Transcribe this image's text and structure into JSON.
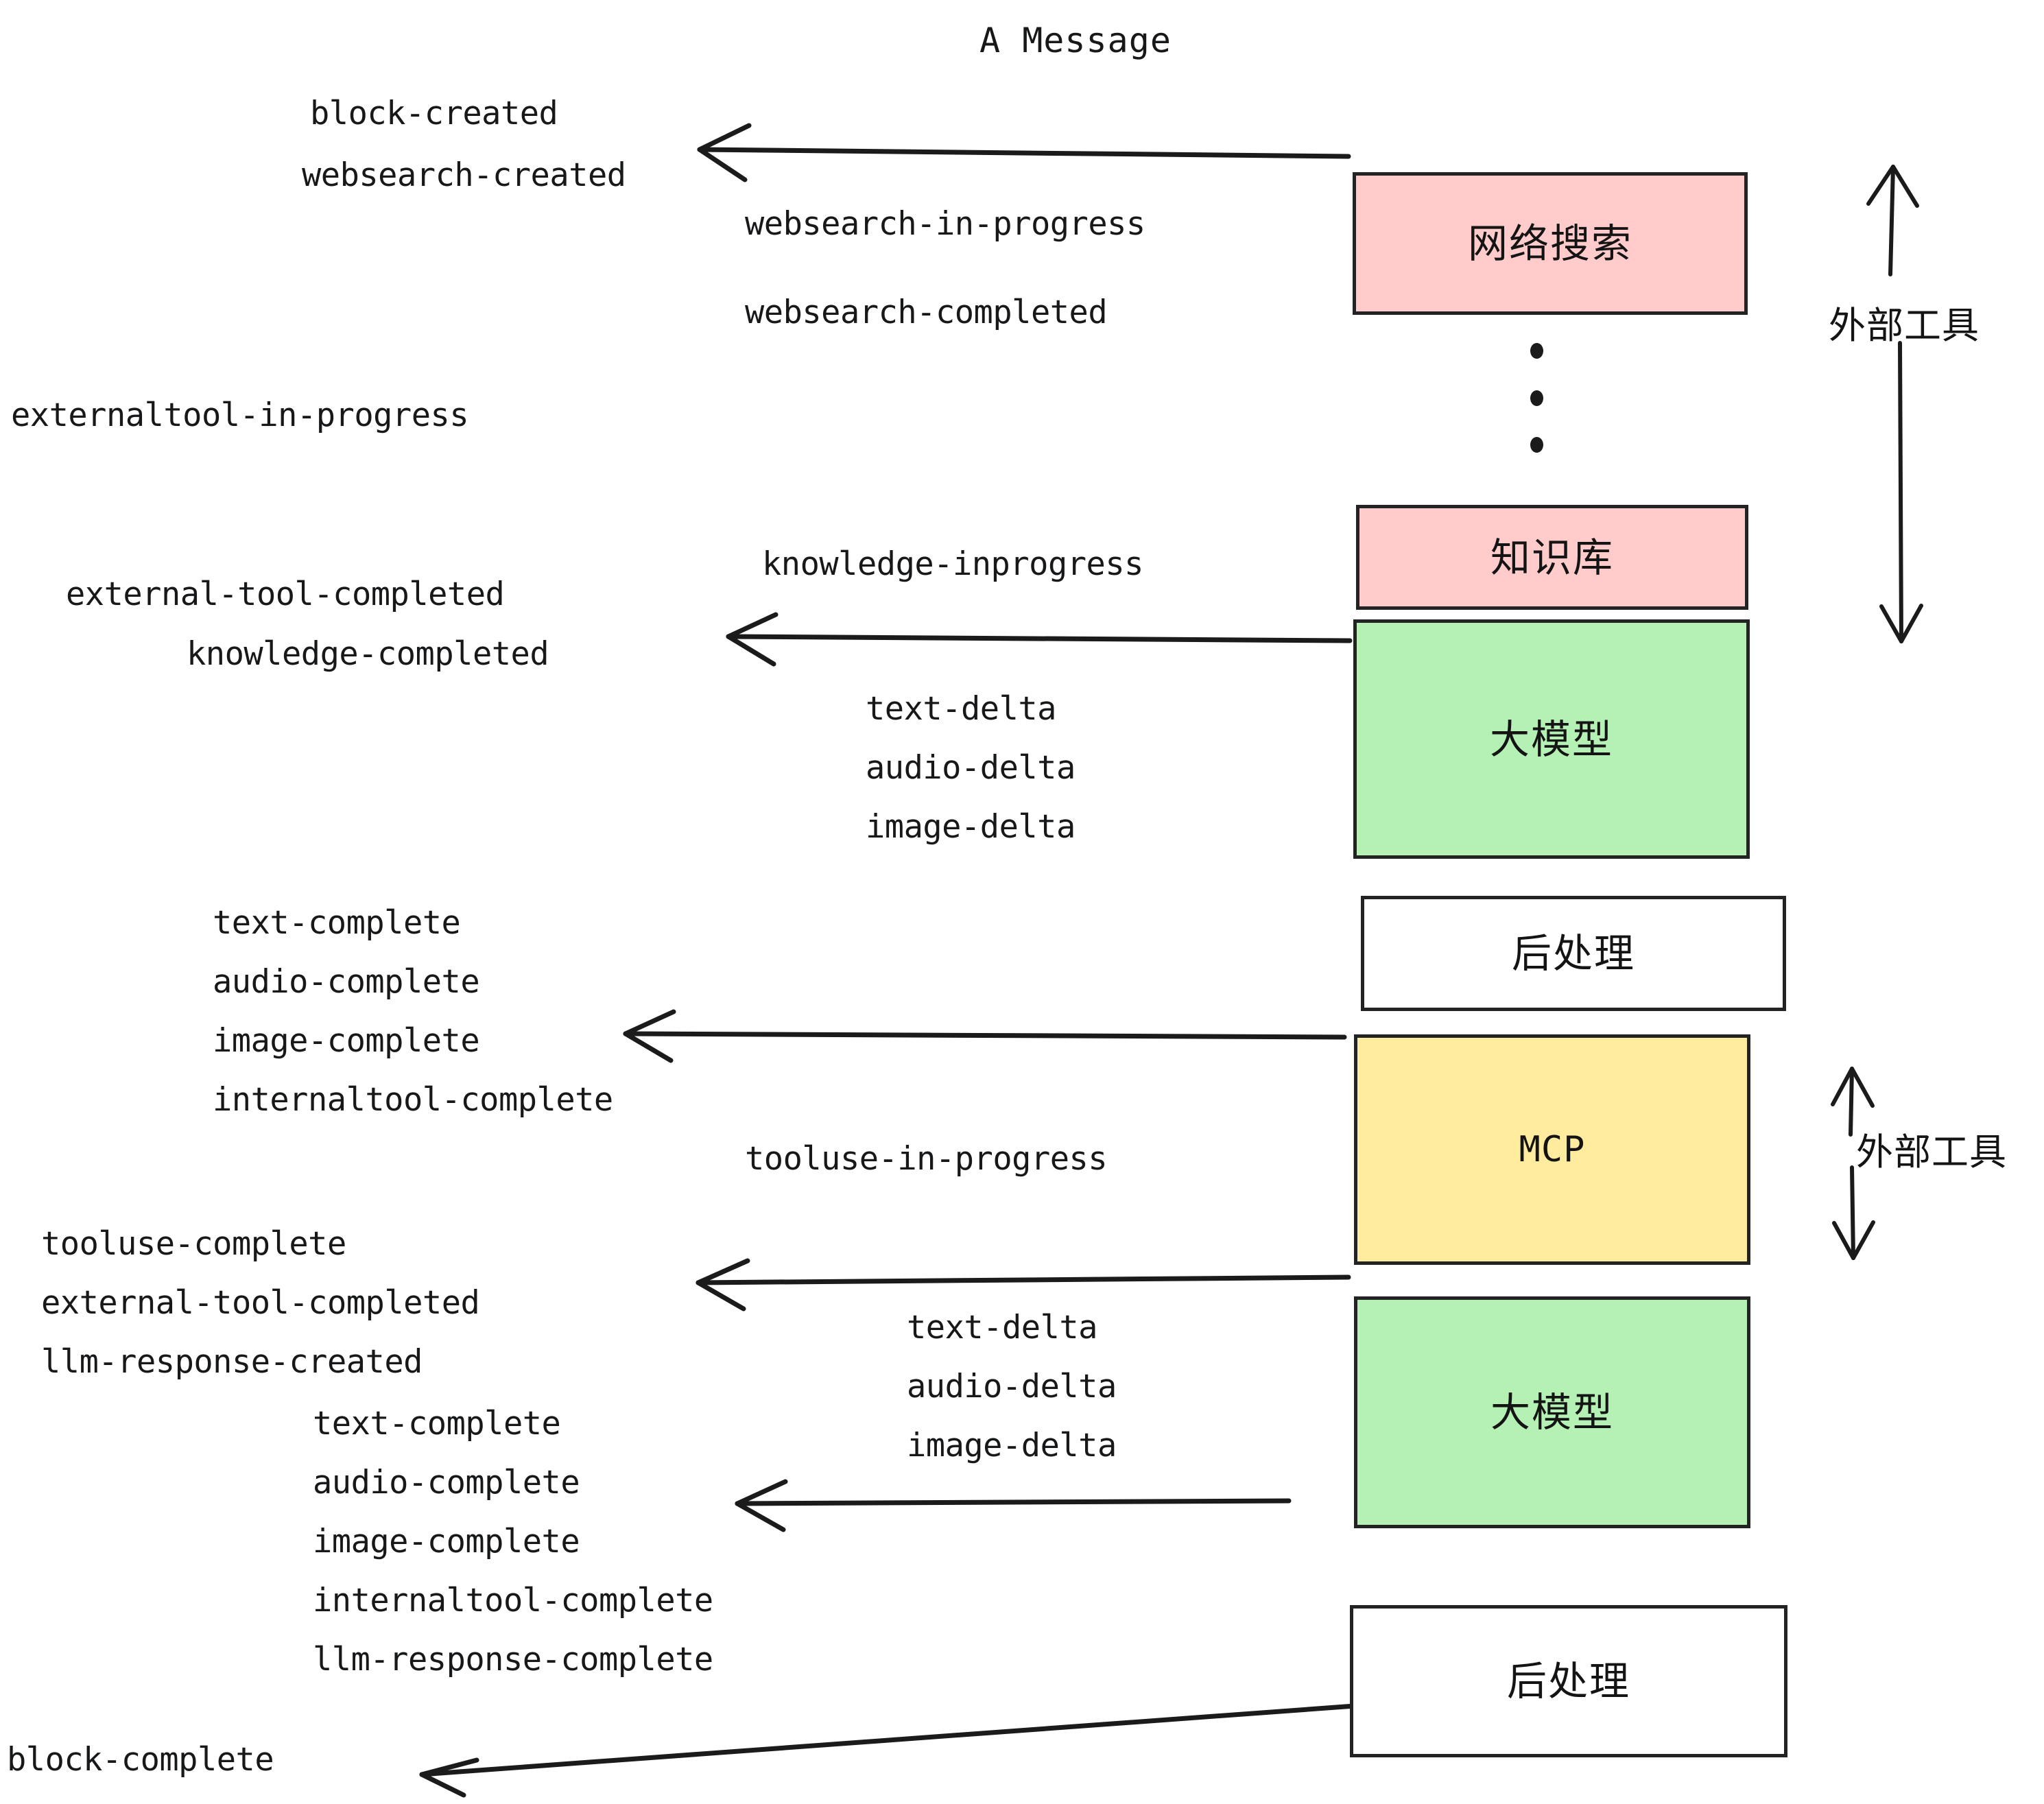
{
  "title": "A Message",
  "colors": {
    "pink": "#FFCCCB",
    "green": "#B5F0B5",
    "yellow": "#FFEC9E",
    "white": "#FFFFFF",
    "stroke": "#232323",
    "text": "#17181A",
    "background": "#FFFFFF"
  },
  "boxes": [
    {
      "id": "websearch",
      "label": "网络搜索",
      "fill": "#FFCCCB"
    },
    {
      "id": "knowledge",
      "label": "知识库",
      "fill": "#FFCCCB"
    },
    {
      "id": "llm-1",
      "label": "大模型",
      "fill": "#B5F0B5"
    },
    {
      "id": "postproc-1",
      "label": "后处理",
      "fill": "#FFFFFF"
    },
    {
      "id": "mcp",
      "label": "MCP",
      "fill": "#FFEC9E"
    },
    {
      "id": "llm-2",
      "label": "大模型",
      "fill": "#B5F0B5"
    },
    {
      "id": "postproc-2",
      "label": "后处理",
      "fill": "#FFFFFF"
    }
  ],
  "external_tool_markers": [
    {
      "id": "ext-top",
      "label": "外部工具"
    },
    {
      "id": "ext-bottom",
      "label": "外部工具"
    }
  ],
  "events": [
    {
      "id": "e01",
      "text": "block-created"
    },
    {
      "id": "e02",
      "text": "websearch-created"
    },
    {
      "id": "e03",
      "text": "websearch-in-progress"
    },
    {
      "id": "e04",
      "text": "websearch-completed"
    },
    {
      "id": "e05",
      "text": "externaltool-in-progress"
    },
    {
      "id": "e06",
      "text": "knowledge-inprogress"
    },
    {
      "id": "e07",
      "text": "external-tool-completed"
    },
    {
      "id": "e08",
      "text": "knowledge-completed"
    },
    {
      "id": "e09",
      "text": "text-delta"
    },
    {
      "id": "e10",
      "text": "audio-delta"
    },
    {
      "id": "e11",
      "text": "image-delta"
    },
    {
      "id": "e12",
      "text": "text-complete"
    },
    {
      "id": "e13",
      "text": "audio-complete"
    },
    {
      "id": "e14",
      "text": "image-complete"
    },
    {
      "id": "e15",
      "text": "internaltool-complete"
    },
    {
      "id": "e16",
      "text": "tooluse-in-progress"
    },
    {
      "id": "e17",
      "text": "tooluse-complete"
    },
    {
      "id": "e18",
      "text": "external-tool-completed"
    },
    {
      "id": "e19",
      "text": "llm-response-created"
    },
    {
      "id": "e20",
      "text": "text-delta"
    },
    {
      "id": "e21",
      "text": "audio-delta"
    },
    {
      "id": "e22",
      "text": "image-delta"
    },
    {
      "id": "e23",
      "text": "text-complete"
    },
    {
      "id": "e24",
      "text": "audio-complete"
    },
    {
      "id": "e25",
      "text": "image-complete"
    },
    {
      "id": "e26",
      "text": "internaltool-complete"
    },
    {
      "id": "e27",
      "text": "llm-response-complete"
    },
    {
      "id": "e28",
      "text": "block-complete"
    }
  ]
}
